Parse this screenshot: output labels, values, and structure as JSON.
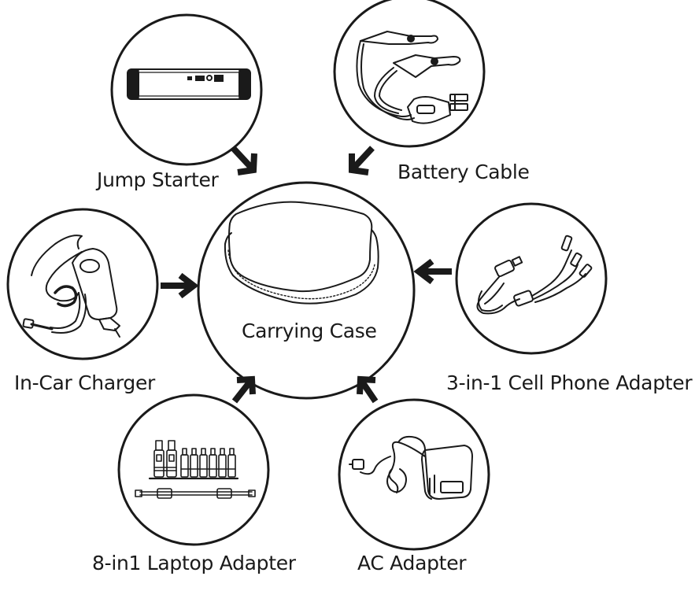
{
  "center": {
    "label": "Carrying Case"
  },
  "items": [
    {
      "id": "jump-starter",
      "label": "Jump Starter",
      "icon": "jump-starter-icon"
    },
    {
      "id": "battery-cable",
      "label": "Battery Cable",
      "icon": "battery-cable-icon"
    },
    {
      "id": "in-car-charger",
      "label": "In-Car Charger",
      "icon": "in-car-charger-icon"
    },
    {
      "id": "cell-phone-adapter",
      "label": "3-in-1 Cell Phone Adapter",
      "icon": "cell-phone-adapter-icon"
    },
    {
      "id": "laptop-adapter",
      "label": "8-in1 Laptop Adapter",
      "icon": "laptop-adapter-icon"
    },
    {
      "id": "ac-adapter",
      "label": "AC Adapter",
      "icon": "ac-adapter-icon"
    }
  ],
  "colors": {
    "ink": "#1a1a1a",
    "background": "#ffffff"
  }
}
